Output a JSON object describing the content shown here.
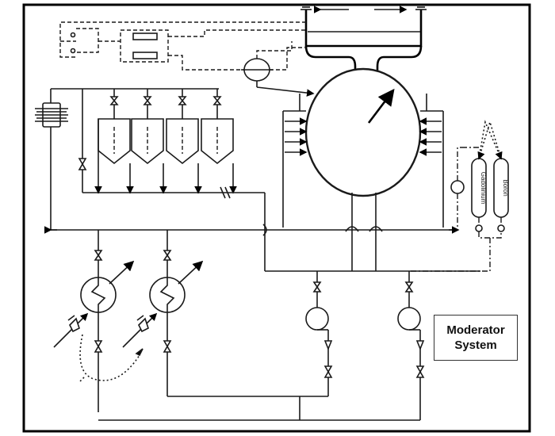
{
  "diagram": {
    "title_line1": "Moderator",
    "title_line2": "System",
    "tank_left_label": "Gadolinium",
    "tank_right_label": "Boron"
  }
}
